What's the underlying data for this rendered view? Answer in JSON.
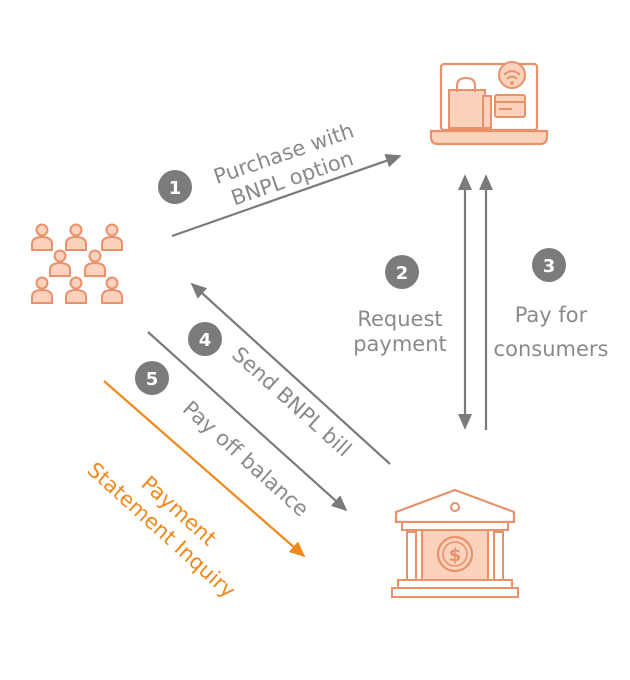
{
  "colors": {
    "grey_arrow": "#7a7a7a",
    "orange_arrow": "#f0891d",
    "icon_stroke": "#e8916a",
    "icon_fill": "#fbd3bd",
    "badge": "#7b7b7b",
    "label_grey": "#8a8a8a"
  },
  "nodes": {
    "consumers": {
      "icon": "people-group-icon"
    },
    "merchant": {
      "icon": "laptop-shopping-icon"
    },
    "bnpl_provider": {
      "icon": "bank-dollar-icon"
    }
  },
  "steps": [
    {
      "number": "1",
      "lines": [
        "Purchase with",
        "BNPL option"
      ]
    },
    {
      "number": "2",
      "lines": [
        "Request",
        "payment"
      ]
    },
    {
      "number": "3",
      "lines": [
        "Pay for",
        "consumers"
      ]
    },
    {
      "number": "4",
      "lines": [
        "Send BNPL bill"
      ]
    },
    {
      "number": "5",
      "lines": [
        "Pay off balance"
      ]
    }
  ],
  "highlight": {
    "lines": [
      "Payment",
      "Statement Inquiry"
    ]
  }
}
